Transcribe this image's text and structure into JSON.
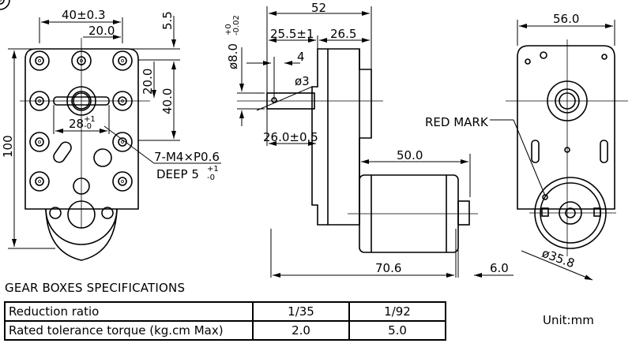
{
  "front_view": {
    "dim_width": "40±0.3",
    "dim_half_width": "20.0",
    "dim_top_offset": "5.5",
    "dim_hole_pitch": "20.0",
    "dim_hole_span": "40.0",
    "dim_height": "100",
    "dim_slot": "28",
    "dim_slot_tol_upper": "+1",
    "dim_slot_tol_lower": "-0",
    "thread_note": "7-M4×P0.6",
    "deep_note": "DEEP 5",
    "deep_tol_upper": "+1",
    "deep_tol_lower": "-0"
  },
  "side_view": {
    "dim_shaft_dia": "ø8.0",
    "dim_shaft_dia_tol_upper": "+0",
    "dim_shaft_dia_tol_lower": "-0.02",
    "dim_total": "52",
    "dim_shaft_length": "25.5±1",
    "dim_body": "26.5",
    "dim_hole_offset": "4",
    "dim_hole_dia": "ø3",
    "dim_shaft_to_edge": "26.0±0.5",
    "dim_motor_length": "50.0",
    "dim_overall": "70.6",
    "dim_terminal": "6.0"
  },
  "rear_view": {
    "dim_width": "56.0",
    "red_mark_label": "RED MARK",
    "dim_motor_dia": "ø35.8"
  },
  "specifications": {
    "title": "GEAR BOXES SPECIFICATIONS",
    "rows": [
      {
        "label": "Reduction ratio",
        "values": [
          "1/35",
          "1/92"
        ]
      },
      {
        "label": "Rated tolerance torque (kg.cm Max)",
        "values": [
          "2.0",
          "5.0"
        ]
      }
    ]
  },
  "unit": "Unit:mm"
}
